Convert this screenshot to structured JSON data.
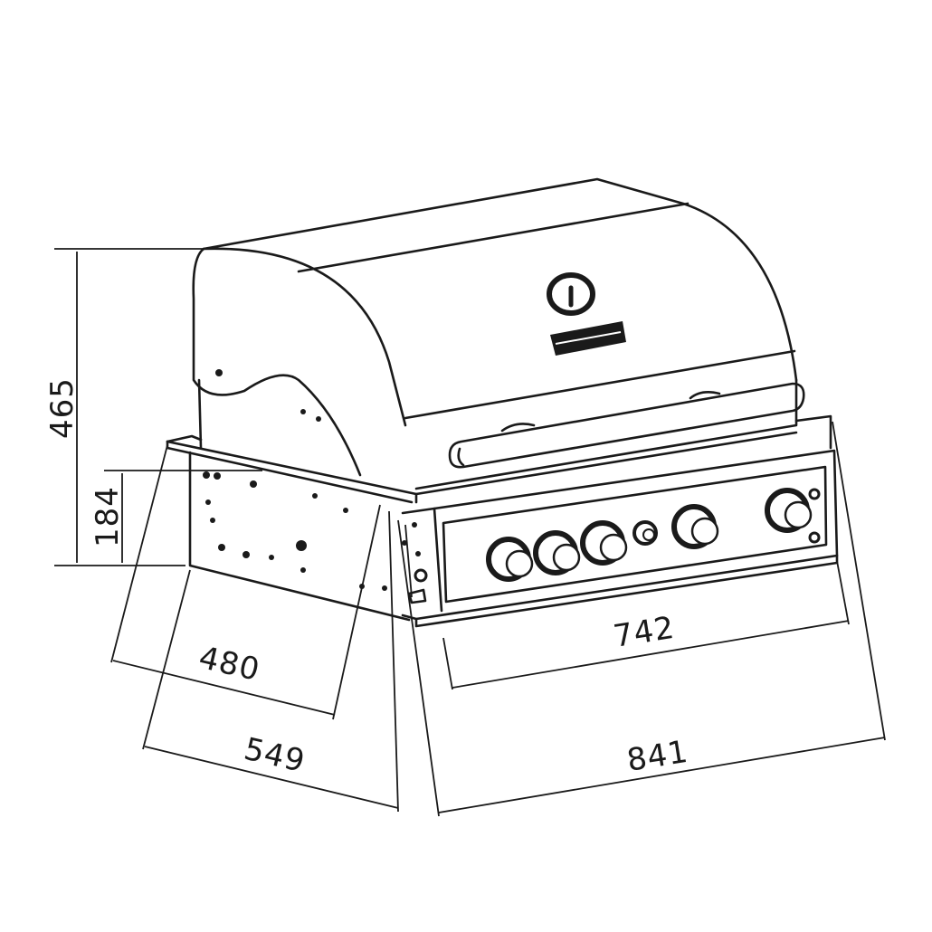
{
  "title": "Built-in gas grill dimension drawing",
  "units": "mm",
  "dimensions": {
    "total_height": "465",
    "base_height": "184",
    "cutout_depth": "480",
    "total_depth": "549",
    "cutout_width": "742",
    "total_width": "841"
  },
  "knob_count": 5,
  "colors": {
    "line": "#1a1a1a",
    "background": "#ffffff"
  }
}
